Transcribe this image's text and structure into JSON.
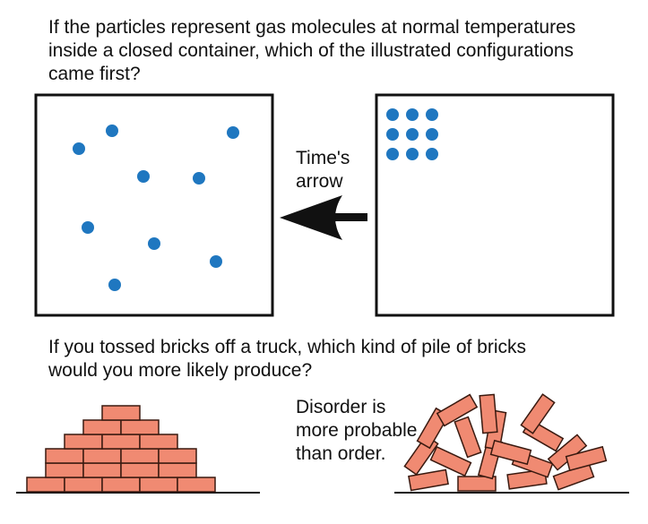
{
  "question1": [
    "If the particles represent gas molecules at normal temperatures",
    "inside a closed container, which of the illustrated configurations",
    "came first?"
  ],
  "arrow_label": [
    "Time's",
    "arrow"
  ],
  "question2": [
    "If you tossed bricks off a truck, which kind of pile of bricks",
    "would you more likely produce?"
  ],
  "disorder_note": [
    "Disorder is",
    "more probable",
    "than order."
  ],
  "colors": {
    "molecule": "#1f77c0",
    "brick_fill": "#f08a72",
    "brick_stroke": "#3a1a10",
    "ink": "#111111"
  },
  "icons": {
    "arrow": "left-arrow-icon"
  }
}
